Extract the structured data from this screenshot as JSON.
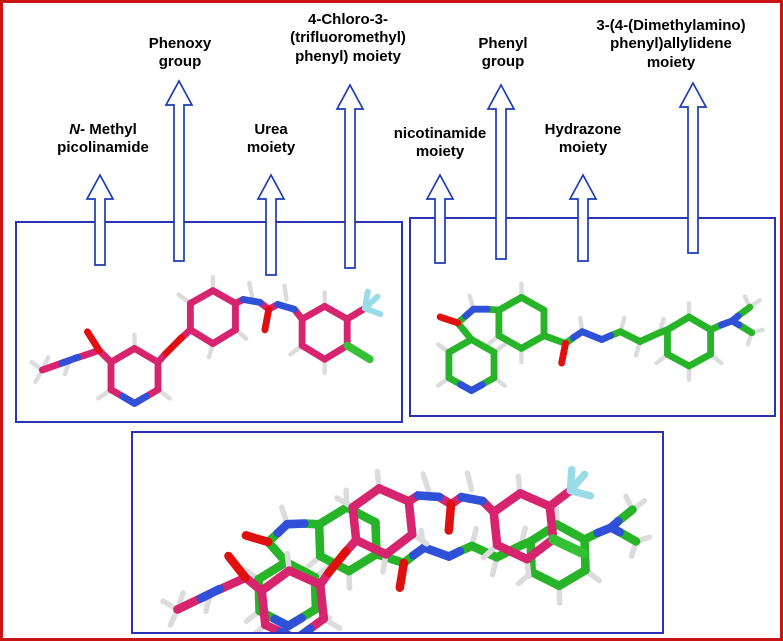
{
  "figure": {
    "labels": {
      "picolinamide_prefix": "N-",
      "picolinamide_rest": " Methyl\npicolinamide",
      "phenoxy": "Phenoxy\ngroup",
      "urea": "Urea\nmoiety",
      "chloro": "4-Chloro-3-\n(trifluoromethyl)\nphenyl) moiety",
      "nicotinamide": "nicotinamide\nmoiety",
      "phenyl": "Phenyl\ngroup",
      "hydrazone": "Hydrazone\nmoiety",
      "allylidene": "3-(4-(Dimethylamino)\nphenyl)allylidene\nmoiety"
    },
    "colors": {
      "outer_border_red": "#c81414",
      "panel_border_blue": "#2b32b4",
      "arrow_outline_blue": "#1d3bb3",
      "molecule_magenta": "#d6246e",
      "molecule_green": "#28b428",
      "oxygen_red": "#e01010",
      "nitrogen_blue": "#3050d8",
      "fluorine_cyan": "#9adbe8",
      "chlorine_green": "#35c135",
      "hydrogen_white": "#dcdcdc"
    }
  }
}
